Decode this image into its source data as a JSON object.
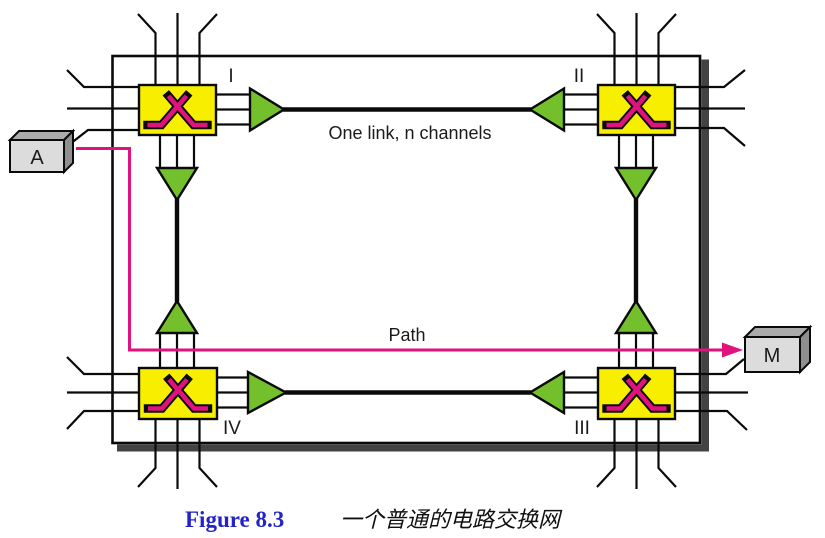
{
  "figure": {
    "caption_label": "Figure 8.3",
    "caption_title": "一个普通的电路交换网"
  },
  "diagram": {
    "type": "circuit-switched-network",
    "link_label": "One link, n channels",
    "path_label": "Path",
    "switches": [
      {
        "id": "I"
      },
      {
        "id": "II"
      },
      {
        "id": "III"
      },
      {
        "id": "IV"
      }
    ],
    "devices": {
      "source": "A",
      "destination": "M"
    }
  },
  "colors": {
    "switch_fill": "#f8ee00",
    "switch_symbol": "#e0127e",
    "mux_fill": "#74c02c",
    "path_line": "#e0127e",
    "caption_blue": "#2323c8",
    "line_color": "#0a0a0a",
    "shadow": "#434343",
    "device_front": "#dcdcdc",
    "device_top": "#ababab",
    "device_side": "#8f8f8f"
  }
}
